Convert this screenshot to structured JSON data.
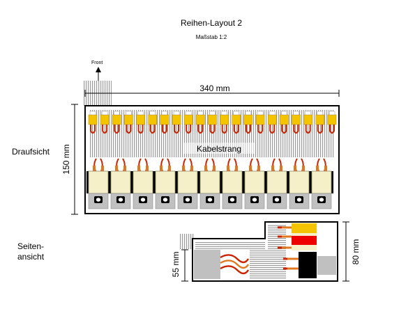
{
  "title": "Reihen-Layout 2",
  "subtitle": "Maßstab 1:2",
  "top_view": {
    "label": "Draufsicht",
    "front_label": "Front",
    "width_dim": "340 mm",
    "height_dim": "150 mm",
    "cable_label": "Kabelstrang",
    "connector_count": 21,
    "module_count": 11
  },
  "side_view": {
    "label_line1": "Seiten-",
    "label_line2": "ansicht",
    "small_dim": "55 mm",
    "large_dim": "80 mm"
  },
  "colors": {
    "outline": "#000000",
    "connector_yellow": "#f5c400",
    "wire_red": "#cc2200",
    "wire_orange": "#e07820",
    "module_fill": "#f5f0c8",
    "bracket_gray": "#c0c0c0",
    "stripe_gray": "#9a9a9a",
    "red_block": "#ee0000",
    "black_block": "#000000"
  }
}
